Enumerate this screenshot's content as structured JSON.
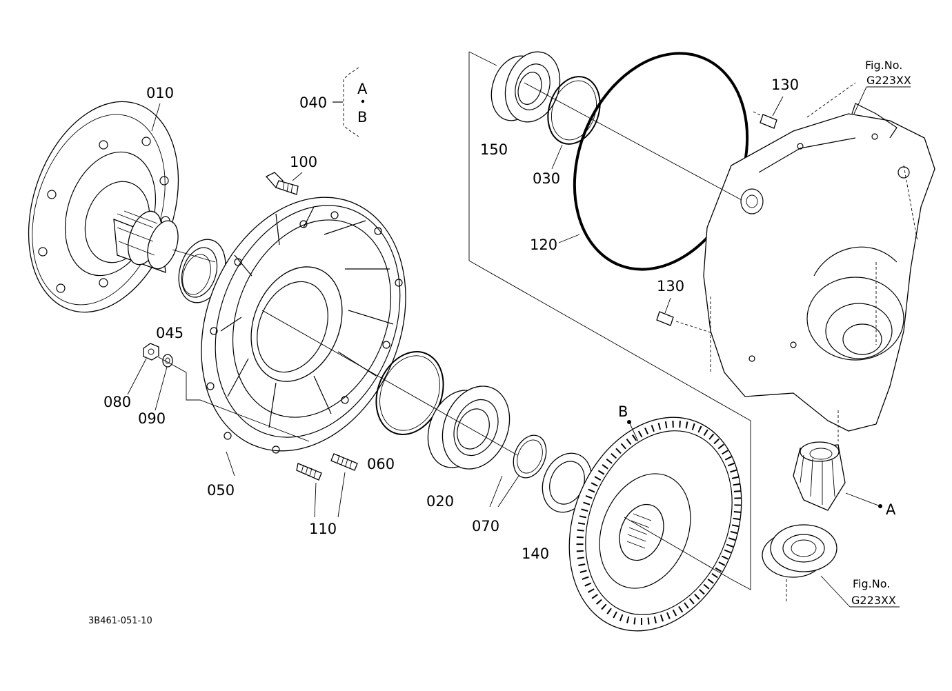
{
  "diagram": {
    "drawing_code": "3B461-051-10",
    "callouts": [
      "010",
      "020",
      "030",
      "040",
      "045",
      "050",
      "060",
      "070",
      "080",
      "090",
      "100",
      "110",
      "120",
      "130",
      "140",
      "150"
    ],
    "group_markers": {
      "a": "A",
      "b": "B"
    },
    "fig_ref": {
      "label": "Fig.No.",
      "code": "G223XX"
    }
  }
}
